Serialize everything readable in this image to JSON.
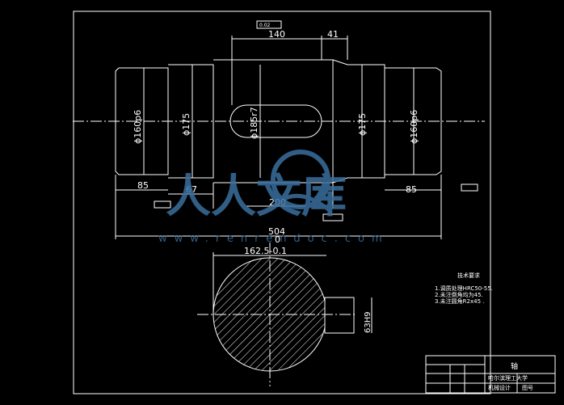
{
  "colors": {
    "background": "#000000",
    "outline": "#ffffff",
    "centerline": "#ffffff",
    "hatch": "#ffffff",
    "dimension_text": "#ffffff",
    "watermark": "#3a6f9e"
  },
  "dimensions": {
    "top_width": "140",
    "key_offset": "41",
    "left_journal_len": "85",
    "left_shoulder_len": "67",
    "key_span": "200",
    "right_journal_len": "85",
    "overall_len": "504",
    "left_journal_dia": "ϕ160p6",
    "left_shoulder_dia": "ϕ175",
    "center_dia": "ϕ185r7",
    "right_shoulder_dia": "ϕ175",
    "right_journal_dia": "ϕ160p6",
    "section_depth": "162.5-0.1",
    "section_zero": "0",
    "keyway_width": "63H9",
    "top_tolerance_box": "0.02"
  },
  "notes": {
    "title": "技术要求",
    "line1": "1.调质处理HRC50-55.",
    "line2": "2.未注倒角均为45.",
    "line3": "3.未注圆角R2x45 ."
  },
  "title_block": {
    "part_name": "轴",
    "school": "哈尔滨理工大学",
    "class_label": "机械设计",
    "drawing_no": "图号"
  },
  "watermark": {
    "brand_text": "人人文库",
    "url_text": "www.renrendoc.com"
  },
  "icons": {
    "watermark_logo": "circle-swoosh-icon"
  }
}
